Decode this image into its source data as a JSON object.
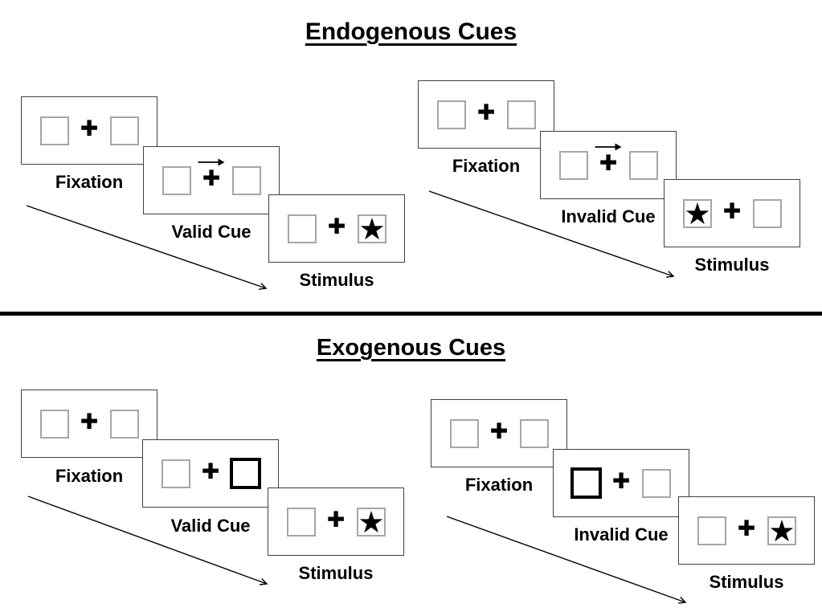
{
  "colors": {
    "background": "#ffffff",
    "ink": "#000000",
    "panel_border": "#404040",
    "placeholder_box_border": "#a6a6a6",
    "cue_highlight_border": "#000000"
  },
  "glyphs": {
    "fixation_cross": "✚",
    "stimulus_star": "★",
    "cue_arrow": "→"
  },
  "endogenous": {
    "title": "Endogenous Cues",
    "valid": {
      "steps": [
        {
          "label": "Fixation",
          "content": "two empty boxes with central fixation cross"
        },
        {
          "label": "Valid Cue",
          "content": "small arrow above fixation cross pointing right"
        },
        {
          "label": "Stimulus",
          "content": "star appears in right box"
        }
      ]
    },
    "invalid": {
      "steps": [
        {
          "label": "Fixation",
          "content": "two empty boxes with central fixation cross"
        },
        {
          "label": "Invalid Cue",
          "content": "small arrow above fixation cross pointing right"
        },
        {
          "label": "Stimulus",
          "content": "star appears in left box"
        }
      ]
    }
  },
  "exogenous": {
    "title": "Exogenous Cues",
    "valid": {
      "steps": [
        {
          "label": "Fixation",
          "content": "two empty boxes with central fixation cross"
        },
        {
          "label": "Valid Cue",
          "content": "right box outlined in bold black"
        },
        {
          "label": "Stimulus",
          "content": "star appears in right box"
        }
      ]
    },
    "invalid": {
      "steps": [
        {
          "label": "Fixation",
          "content": "two empty boxes with central fixation cross"
        },
        {
          "label": "Invalid Cue",
          "content": "left box outlined in bold black"
        },
        {
          "label": "Stimulus",
          "content": "star appears in right box"
        }
      ]
    }
  }
}
